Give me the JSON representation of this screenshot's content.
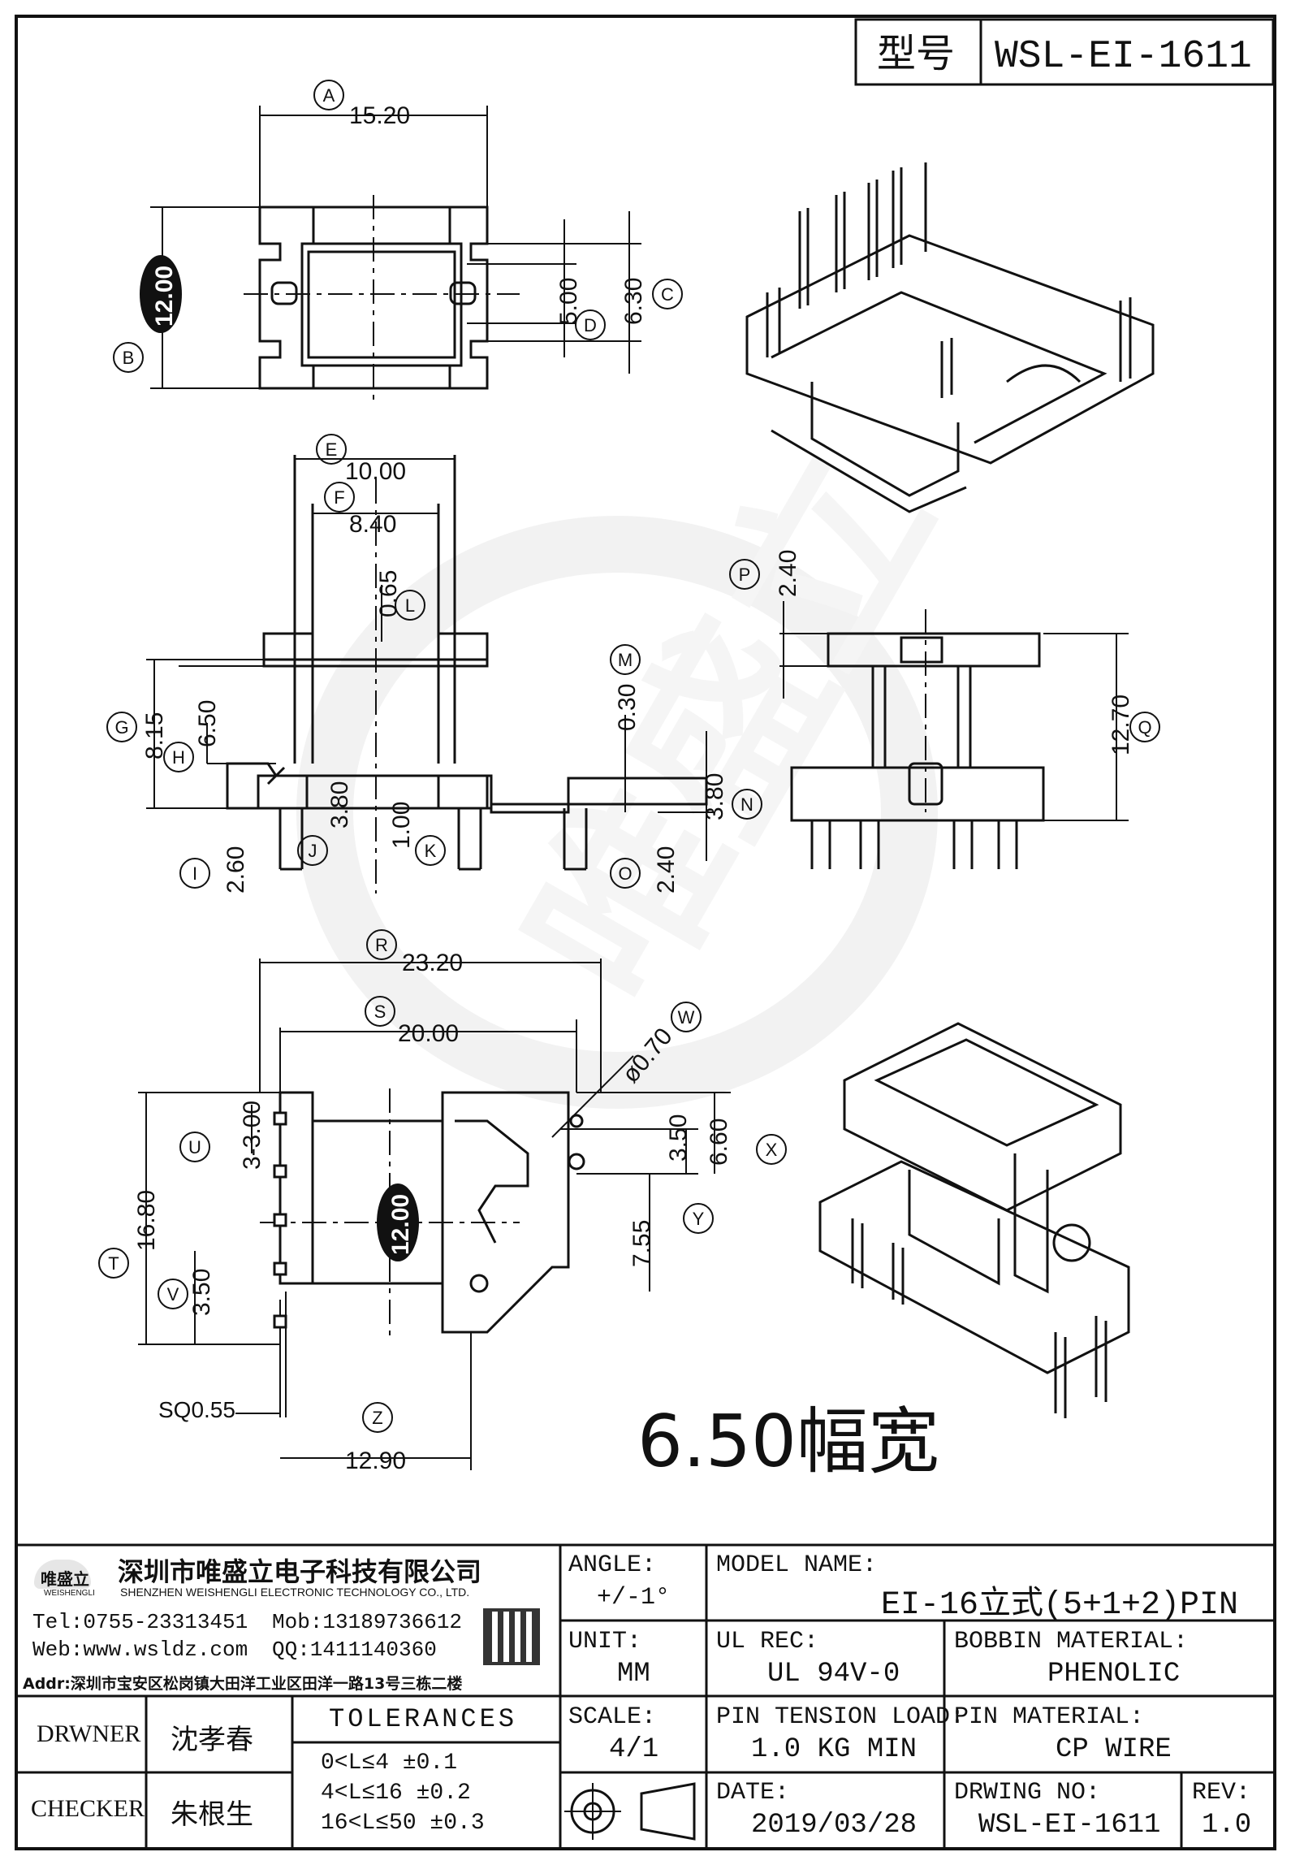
{
  "header": {
    "model_label": "型号",
    "model_value": "WSL-EI-1611"
  },
  "dims": {
    "A": "15.20",
    "B": "12.00",
    "C": "6.30",
    "D": "5.00",
    "E": "10.00",
    "F": "8.40",
    "L": "0.65",
    "G": "8.15",
    "H": "6.50",
    "M": "0.30",
    "J": "3.80",
    "K": "1.00",
    "I": "2.60",
    "O": "2.40",
    "N": "3.80",
    "P": "2.40",
    "Q": "12.70",
    "R": "23.20",
    "S": "20.00",
    "W": "ø0.70",
    "X": "6.60",
    "Y": "3.50",
    "y2": "7.55",
    "U": "3-3.00",
    "T": "16.80",
    "V": "3.50",
    "Z": "12.90",
    "center": "12.00",
    "sq": "SQ0.55"
  },
  "callouts": [
    "A",
    "B",
    "C",
    "D",
    "E",
    "F",
    "G",
    "H",
    "I",
    "J",
    "K",
    "L",
    "M",
    "N",
    "O",
    "P",
    "Q",
    "R",
    "S",
    "T",
    "U",
    "V",
    "W",
    "X",
    "Y",
    "Z"
  ],
  "width_note": "6.50幅宽",
  "company": {
    "name_cn": "深圳市唯盛立电子科技有限公司",
    "name_en": "SHENZHEN WEISHENGLI ELECTRONIC TECHNOLOGY CO., LTD.",
    "tel": "Tel:0755-23313451",
    "mob": "Mob:13189736612",
    "web": "Web:www.wsldz.com",
    "qq": "QQ:1411140360",
    "addr": "Addr:深圳市宝安区松岗镇大田洋工业区田洋一路13号三栋二楼",
    "logo_text": "唯盛立",
    "logo_sub": "WEISHENGLI"
  },
  "title_block": {
    "angle_label": "ANGLE:",
    "angle_value": "+/-1°",
    "model_name_label": "MODEL NAME:",
    "model_name_value": "EI-16立式(5+1+2)PIN",
    "unit_label": "UNIT:",
    "unit_value": "MM",
    "ul_label": "UL REC:",
    "ul_value": "UL 94V-0",
    "bobbin_label": "BOBBIN MATERIAL:",
    "bobbin_value": "PHENOLIC",
    "scale_label": "SCALE:",
    "scale_value": "4/1",
    "tension_label": "PIN TENSION LOAD:",
    "tension_value": "1.0 KG MIN",
    "pin_mat_label": "PIN MATERIAL:",
    "pin_mat_value": "CP WIRE",
    "date_label": "DATE:",
    "date_value": "2019/03/28",
    "drw_label": "DRWING NO:",
    "drw_value": "WSL-EI-1611",
    "rev_label": "REV:",
    "rev_value": "1.0",
    "drawer_label": "DRWNER",
    "drawer_value": "沈孝春",
    "checker_label": "CHECKER",
    "checker_value": "朱根生",
    "tol_title": "TOLERANCES",
    "tol_rows": [
      "0<L≤4    ±0.1",
      "4<L≤16   ±0.2",
      "16<L≤50  ±0.3"
    ]
  },
  "colors": {
    "ink": "#111111",
    "watermark": "#e8e8e8"
  }
}
